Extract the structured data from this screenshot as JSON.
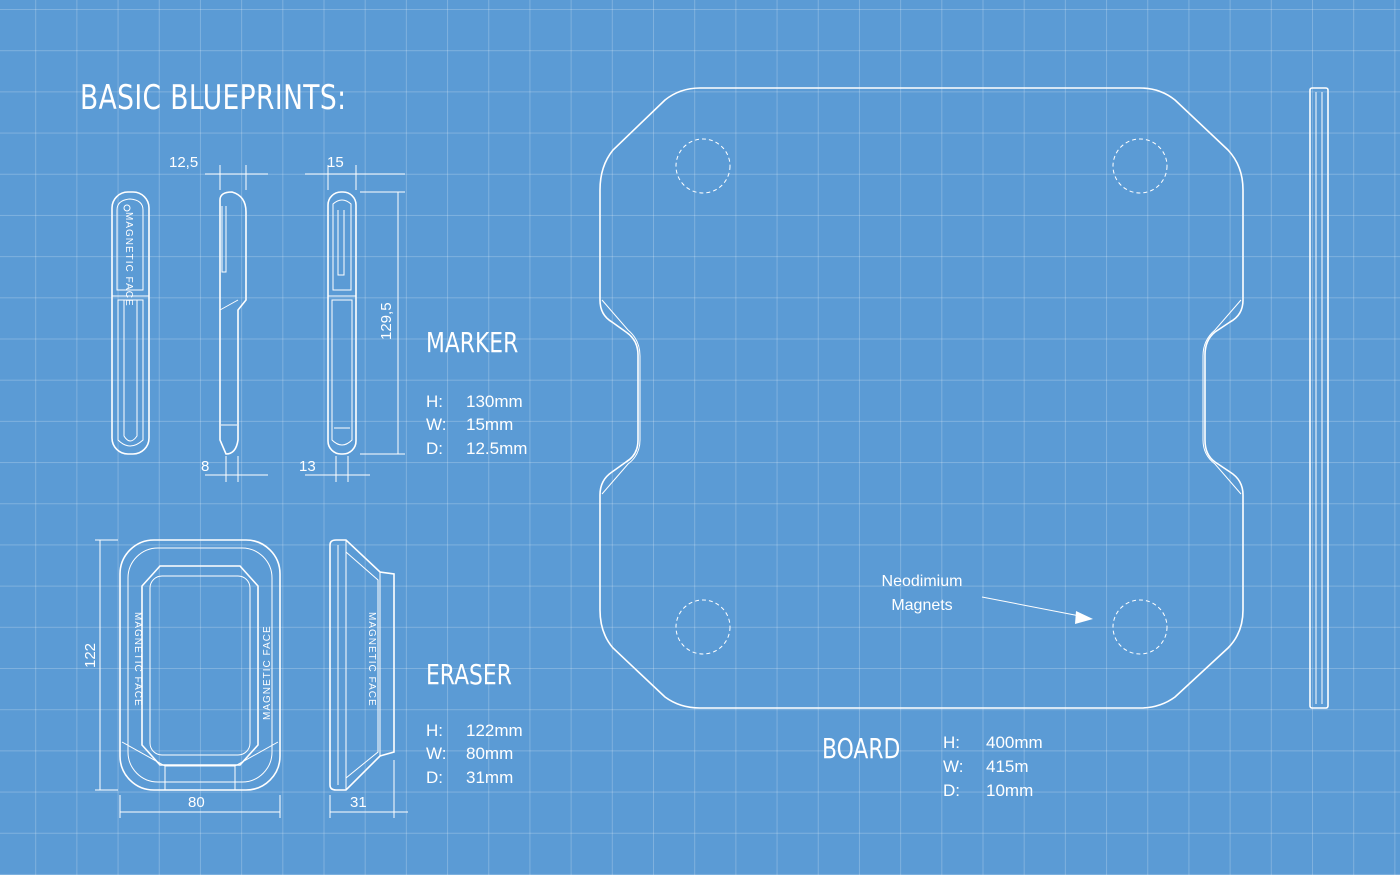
{
  "title": "BASIC BLUEPRINTS:",
  "marker": {
    "heading": "MARKER",
    "specs": [
      {
        "key": "H:",
        "value": "130mm"
      },
      {
        "key": "W:",
        "value": "15mm"
      },
      {
        "key": "D:",
        "value": "12.5mm"
      }
    ],
    "dims": {
      "depth_top": "12,5",
      "width_top": "15",
      "height": "129,5",
      "tip_side": "8",
      "tip_front": "13"
    },
    "body_text": "MAGNETIC FACE"
  },
  "eraser": {
    "heading": "ERASER",
    "specs": [
      {
        "key": "H:",
        "value": "122mm"
      },
      {
        "key": "W:",
        "value": "80mm"
      },
      {
        "key": "D:",
        "value": "31mm"
      }
    ],
    "dims": {
      "height": "122",
      "width": "80",
      "depth": "31"
    },
    "body_text": "MAGNETIC FACE"
  },
  "board": {
    "heading": "BOARD",
    "specs": [
      {
        "key": "H:",
        "value": "400mm"
      },
      {
        "key": "W:",
        "value": "415m"
      },
      {
        "key": "D:",
        "value": "10mm"
      }
    ],
    "note_line1": "Neodimium",
    "note_line2": "Magnets"
  },
  "colors": {
    "background": "#5b9bd5",
    "line": "#ffffff"
  }
}
